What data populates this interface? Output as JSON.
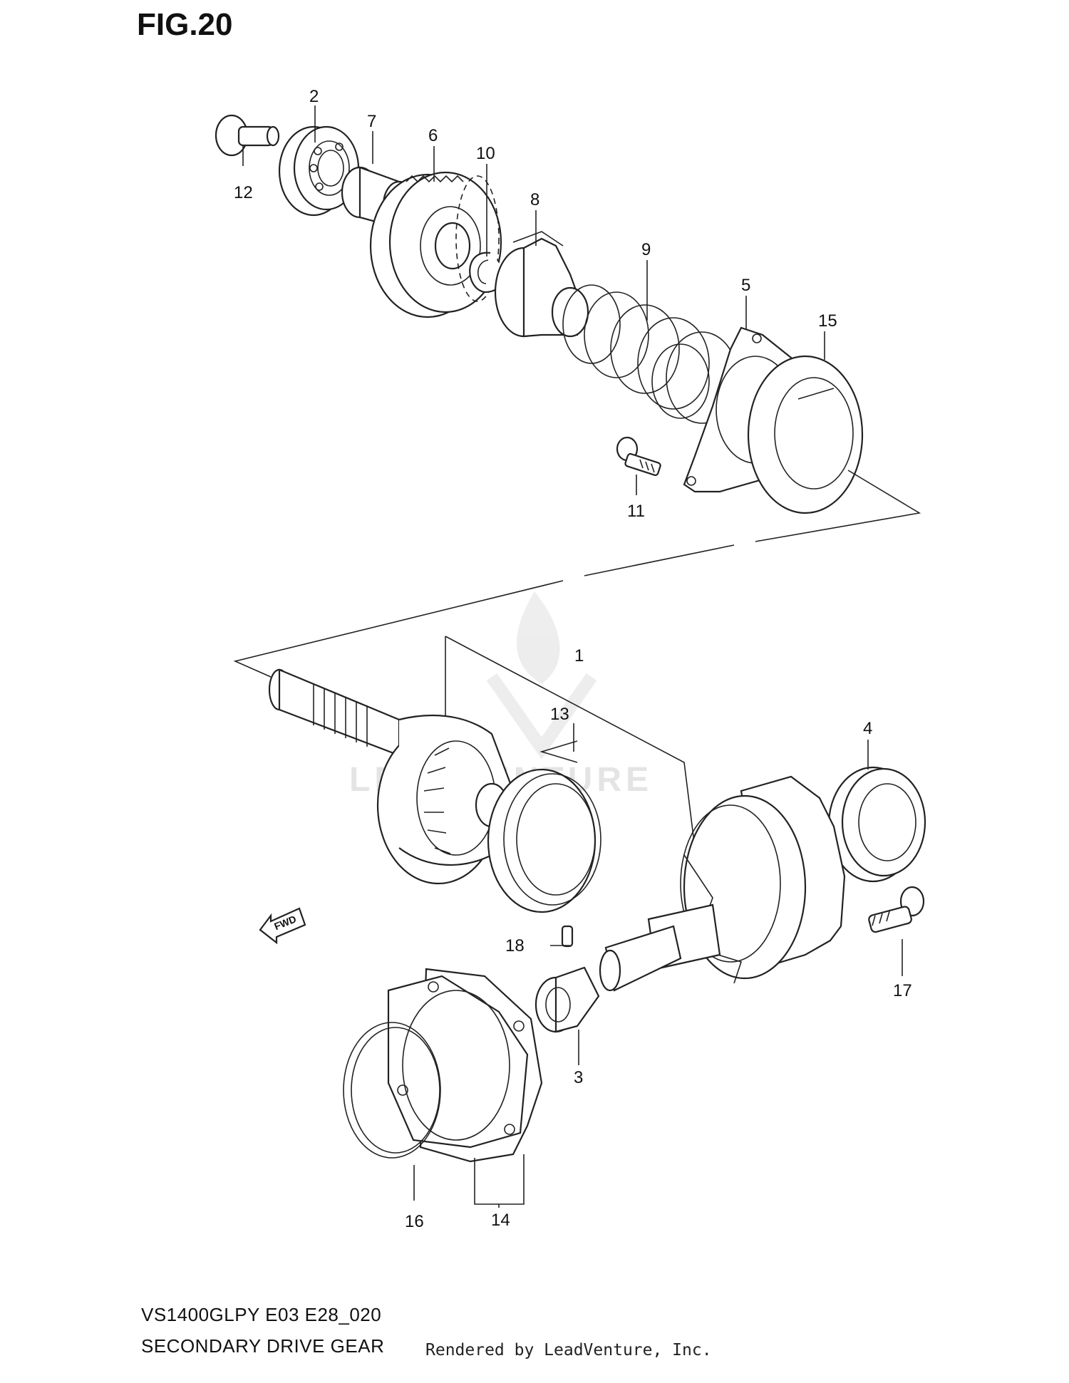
{
  "figure": {
    "title": "FIG.20",
    "model_code": "VS1400GLPY E03 E28_020",
    "section_name": "SECONDARY DRIVE GEAR",
    "rendered_by": "Rendered by LeadVenture, Inc.",
    "watermark": "LEADVENTURE",
    "direction_tag": "FWD"
  },
  "callouts": {
    "c1": "1",
    "c2": "2",
    "c3": "3",
    "c4": "4",
    "c5": "5",
    "c6": "6",
    "c7": "7",
    "c8": "8",
    "c9": "9",
    "c10": "10",
    "c11": "11",
    "c12": "12",
    "c13": "13",
    "c14": "14",
    "c15": "15",
    "c16": "16",
    "c17": "17",
    "c18": "18"
  }
}
